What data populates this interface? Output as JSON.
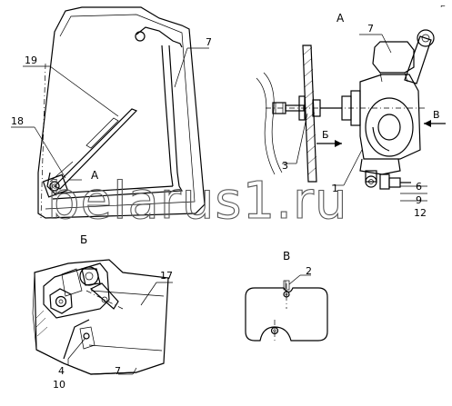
{
  "views": {
    "a_main": "А",
    "a_detail": "А",
    "b": "Б",
    "b_arrow": "Б",
    "v": "В",
    "v_arrow": "В"
  },
  "callouts": {
    "c19": "19",
    "c18": "18",
    "c7_cab": "7",
    "c7_a": "7",
    "c3": "3",
    "c1": "1",
    "c6": "6",
    "c9": "9",
    "c12": "12",
    "c17": "17",
    "c4": "4",
    "c10": "10",
    "c7_b": "7",
    "c2": "2"
  },
  "watermark": "belarus1.ru",
  "corner_mark": "⌐"
}
